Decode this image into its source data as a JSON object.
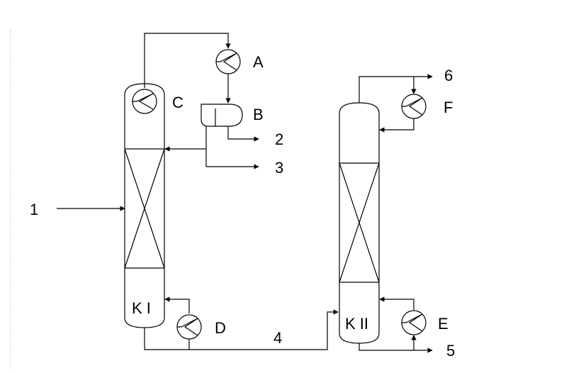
{
  "diagram": {
    "column_labels": {
      "k1": "K I",
      "k2": "K II"
    },
    "equipment_labels": {
      "A": "A",
      "B": "B",
      "C": "C",
      "D": "D",
      "E": "E",
      "F": "F"
    },
    "stream_labels": {
      "s1": "1",
      "s2": "2",
      "s3": "3",
      "s4": "4",
      "s5": "5",
      "s6": "6"
    }
  }
}
